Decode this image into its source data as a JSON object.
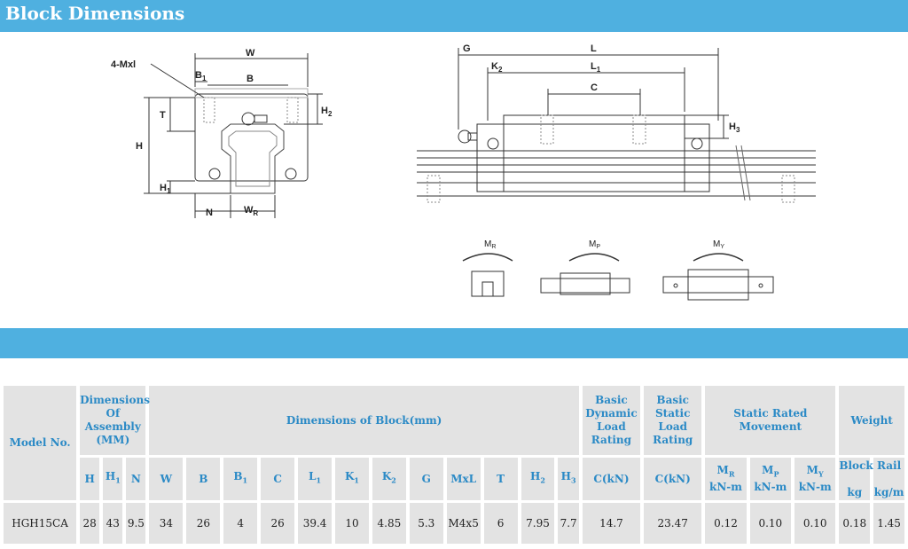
{
  "header": {
    "title": "Block Dimensions"
  },
  "drawing": {
    "front_labels": {
      "mxl": "4-Mxl",
      "w": "W",
      "b1": "B",
      "b1_sub": "1",
      "b": "B",
      "t": "T",
      "h": "H",
      "h2": "H",
      "h2_sub": "2",
      "h1": "H",
      "h1_sub": "1",
      "n": "N",
      "wr": "W",
      "wr_sub": "R"
    },
    "side_labels": {
      "g": "G",
      "k2": "K",
      "k2_sub": "2",
      "l": "L",
      "l1": "L",
      "l1_sub": "1",
      "c": "C",
      "h3": "H",
      "h3_sub": "3"
    },
    "moment_labels": {
      "mr": "M",
      "mr_sub": "R",
      "mp": "M",
      "mp_sub": "P",
      "my": "M",
      "my_sub": "Y"
    }
  },
  "table": {
    "headers": {
      "model": "Model No.",
      "assembly": "Dimensions Of Assembly (MM)",
      "block": "Dimensions of Block(mm)",
      "dynamic": "Basic Dynamic Load Rating",
      "static": "Basic Static Load Rating",
      "moment": "Static Rated Movement",
      "weight": "Weight"
    },
    "subheaders": {
      "h": "H",
      "h1": "H",
      "h1_sub": "1",
      "n": "N",
      "w": "W",
      "b": "B",
      "b1": "B",
      "b1_sub": "1",
      "c": "C",
      "l1": "L",
      "l1_sub": "1",
      "k1": "K",
      "k1_sub": "1",
      "k2": "K",
      "k2_sub": "2",
      "g": "G",
      "mxl": "MxL",
      "t": "T",
      "h2": "H",
      "h2_sub": "2",
      "h3": "H",
      "h3_sub": "3",
      "dyn_unit": "C(kN)",
      "stat_unit": "C(kN)",
      "mr": "M",
      "mr_sub": "R",
      "mp": "M",
      "mp_sub": "P",
      "my": "M",
      "my_sub": "Y",
      "knm": "kN-m",
      "block": "Block",
      "kg": "kg",
      "rail": "Rail",
      "kgm": "kg/m"
    },
    "row": {
      "model": "HGH15CA",
      "h": "28",
      "h1": "43",
      "n": "9.5",
      "w": "34",
      "b": "26",
      "b1": "4",
      "c": "26",
      "l1": "39.4",
      "k1": "10",
      "k2": "4.85",
      "g": "5.3",
      "mxl": "M4x5",
      "t": "6",
      "h2": "7.95",
      "h3": "7.7",
      "dynamic": "14.7",
      "static": "23.47",
      "mr": "0.12",
      "mp": "0.10",
      "my": "0.10",
      "block_kg": "0.18",
      "rail_kgm": "1.45"
    }
  }
}
